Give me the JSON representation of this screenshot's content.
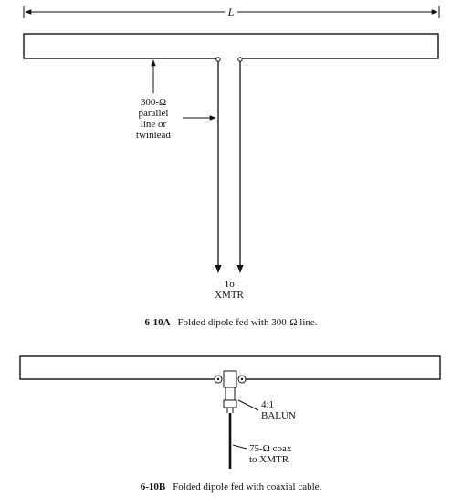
{
  "figure_a": {
    "length_label": "L",
    "feed_label": [
      "300-Ω",
      "parallel",
      "line or",
      "twinlead"
    ],
    "to_label": [
      "To",
      "XMTR"
    ],
    "caption_number": "6-10A",
    "caption_text": "Folded dipole fed with 300-Ω line."
  },
  "figure_b": {
    "balun_label": [
      "4:1",
      "BALUN"
    ],
    "coax_label": [
      "75-Ω coax",
      "to XMTR"
    ],
    "caption_number": "6-10B",
    "caption_text": "Folded dipole fed with coaxial cable."
  },
  "colors": {
    "ink": "#111111",
    "background": "#ffffff"
  }
}
